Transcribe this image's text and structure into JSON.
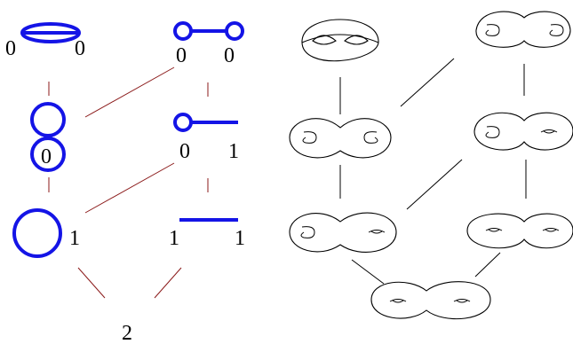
{
  "colors": {
    "graph_stroke": "#1414e6",
    "connector": "#8b1a1a",
    "surface_stroke": "#000000",
    "background": "#ffffff"
  },
  "left_poset": {
    "nodes": [
      {
        "id": "theta-graph",
        "labels": [
          "0",
          "0"
        ]
      },
      {
        "id": "dumbbell-graph",
        "labels": [
          "0",
          "0"
        ]
      },
      {
        "id": "figure-eight-graph",
        "labels": [
          "0"
        ]
      },
      {
        "id": "loop-with-edge-graph",
        "labels": [
          "0",
          "1"
        ]
      },
      {
        "id": "circle-graph",
        "labels": [
          "1"
        ]
      },
      {
        "id": "segment-graph",
        "labels": [
          "1",
          "1"
        ]
      },
      {
        "id": "point-node",
        "labels": [
          "2"
        ]
      }
    ]
  },
  "right_poset": {
    "nodes": [
      {
        "id": "genus2-pinched-twice-top",
        "label": ""
      },
      {
        "id": "two-spheres-pinched",
        "label": ""
      },
      {
        "id": "genus2-pinched-both-handles",
        "label": ""
      },
      {
        "id": "sphere-and-torus-pinched",
        "label": ""
      },
      {
        "id": "genus2-one-pinch",
        "label": ""
      },
      {
        "id": "two-tori",
        "label": ""
      },
      {
        "id": "genus2-smooth",
        "label": ""
      }
    ]
  }
}
